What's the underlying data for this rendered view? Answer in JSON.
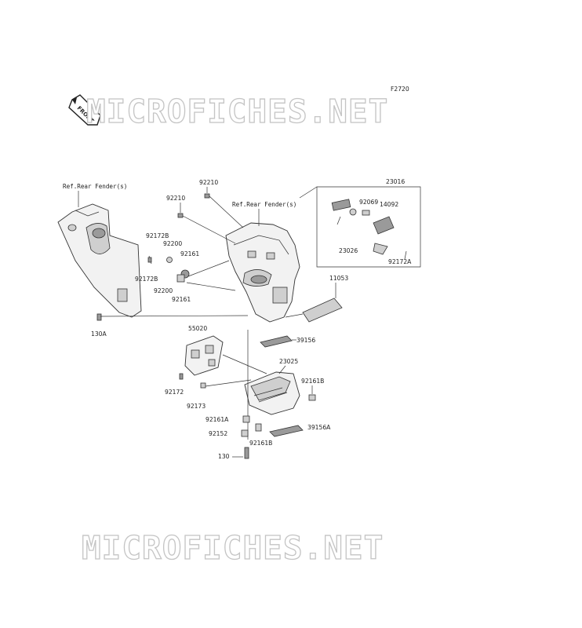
{
  "figure_code": "F2720",
  "front_label": "FRONT",
  "watermark_top": "MICROFICHES.NET",
  "watermark_bottom": "MICROFICHES.NET",
  "ref_labels": {
    "rear_fender_left": "Ref.Rear Fender(s)",
    "rear_fender_right": "Ref.Rear Fender(s)"
  },
  "part_labels": {
    "p92210_a": "92210",
    "p92210_b": "92210",
    "p23016": "23016",
    "p92069": "92069",
    "p14092": "14092",
    "p23026": "23026",
    "p92172A": "92172A",
    "p92172B_a": "92172B",
    "p92200_a": "92200",
    "p92161_a": "92161",
    "p92172B_b": "92172B",
    "p92200_b": "92200",
    "p92161_b": "92161",
    "p11053": "11053",
    "p130A": "130A",
    "p55020": "55020",
    "p39156": "39156",
    "p23025": "23025",
    "p92161B_a": "92161B",
    "p92172": "92172",
    "p92173": "92173",
    "p92161A": "92161A",
    "p92152": "92152",
    "p92161B_b": "92161B",
    "p39156A": "39156A",
    "p130": "130"
  }
}
